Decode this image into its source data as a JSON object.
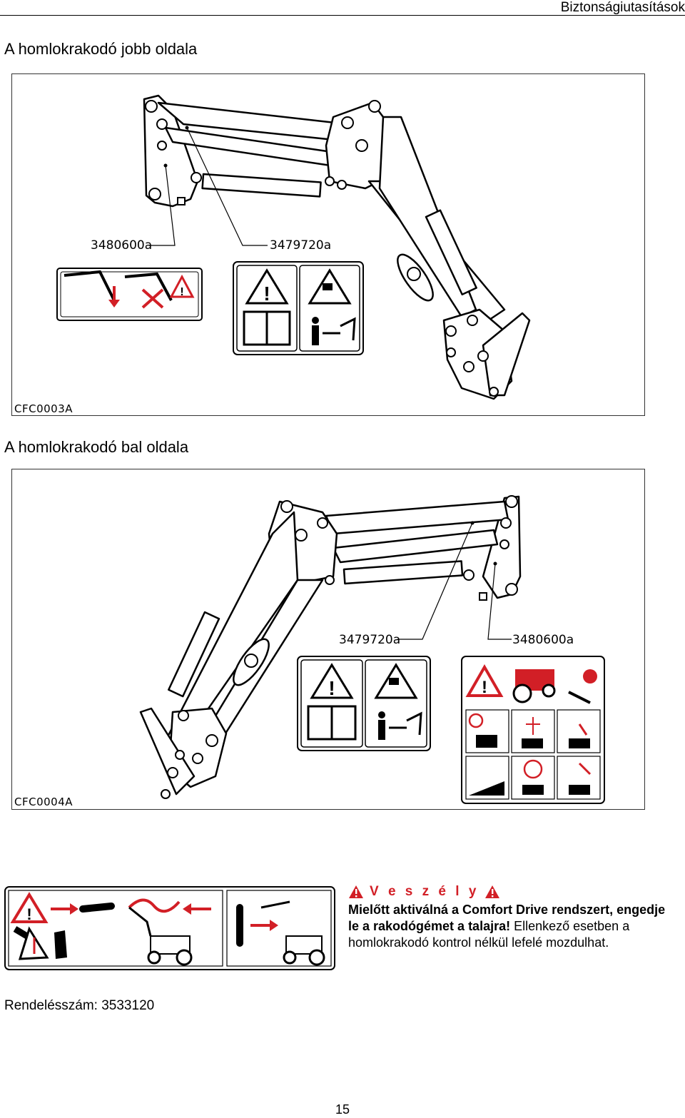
{
  "header": {
    "title": "Biztonságiutasítások"
  },
  "figure_right": {
    "title": "A homlokrakodó jobb oldala",
    "code": "CFC0003A",
    "callouts": [
      "3480600a",
      "3479720a"
    ]
  },
  "figure_left": {
    "title": "A homlokrakodó bal oldala",
    "code": "CFC0004A",
    "callouts": [
      "3479720a",
      "3480600a"
    ]
  },
  "danger": {
    "heading": "V e s z é l y",
    "bold_text": "Mielőtt aktiválná a Comfort Drive rendszert, engedje le a rakodógémet a talajra!",
    "normal_text": " Ellenkező esetben a homlokrakodó kontrol nélkül lefelé mozdulhat."
  },
  "footer": {
    "order_number": "Rendelésszám: 3533120",
    "page_number": "15"
  },
  "colors": {
    "danger_red": "#d21f26",
    "line": "#000000"
  },
  "icons": [
    "warning-triangle-icon",
    "book-icon",
    "falling-load-icon",
    "person-icon",
    "tractor-icon",
    "wrench-icon"
  ]
}
